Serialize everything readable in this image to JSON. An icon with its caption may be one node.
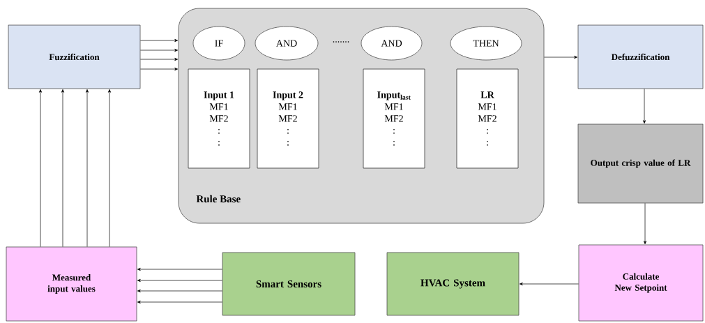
{
  "diagram": {
    "nodes": [
      {
        "text": [
          "Fuzzification"
        ]
      },
      {
        "text": [
          "Rule Base"
        ]
      },
      {
        "text": [
          "IF"
        ],
        "in": 1
      },
      {
        "text": [
          "AND"
        ],
        "in": 1
      },
      {
        "text": [
          "AND"
        ],
        "in": 1
      },
      {
        "text": [
          "THEN"
        ],
        "in": 1
      },
      {
        "text": [
          "Input 1",
          "MF1",
          "MF2",
          ":",
          ":"
        ],
        "in": 1
      },
      {
        "text": [
          "Input 2",
          "MF1",
          "MF2",
          ":",
          ":"
        ],
        "in": 1
      },
      {
        "text": [
          "Input$_{last}$",
          "MF1",
          "MF2",
          ":",
          ":"
        ],
        "in": 1
      },
      {
        "text": [
          "LR",
          "MF1",
          "MF2",
          ":",
          ":"
        ],
        "in": 1
      },
      {
        "text": [
          "Defuzzification"
        ]
      },
      {
        "text": [
          "Output crisp value of LR"
        ]
      },
      {
        "text": [
          "Measured input values"
        ]
      },
      {
        "text": [
          "Smart Sensors"
        ]
      },
      {
        "text": [
          "HVAC System"
        ]
      },
      {
        "text": [
          "Calculate New Setpoint"
        ]
      }
    ],
    "edges": [
      {
        "from": 0,
        "to": 1,
        "arrow": "to"
      },
      {
        "from": 0,
        "to": 1,
        "arrow": "to"
      },
      {
        "from": 0,
        "to": 1,
        "arrow": "to"
      },
      {
        "from": 0,
        "to": 1,
        "arrow": "to"
      },
      {
        "from": 12,
        "to": 0,
        "arrow": "to"
      },
      {
        "from": 12,
        "to": 0,
        "arrow": "to"
      },
      {
        "from": 12,
        "to": 0,
        "arrow": "to"
      },
      {
        "from": 12,
        "to": 0,
        "arrow": "to"
      },
      {
        "from": 13,
        "to": 12,
        "arrow": "to"
      },
      {
        "from": 13,
        "to": 12,
        "arrow": "to"
      },
      {
        "from": 13,
        "to": 12,
        "arrow": "to"
      },
      {
        "from": 13,
        "to": 12,
        "arrow": "to"
      },
      {
        "from": 1,
        "to": 10,
        "arrow": "to"
      },
      {
        "from": 10,
        "to": 11,
        "arrow": "to"
      },
      {
        "from": 11,
        "to": 15,
        "arrow": "to"
      },
      {
        "from": 15,
        "to": 14,
        "arrow": "to"
      }
    ],
    "labels": [
      "......."
    ]
  }
}
